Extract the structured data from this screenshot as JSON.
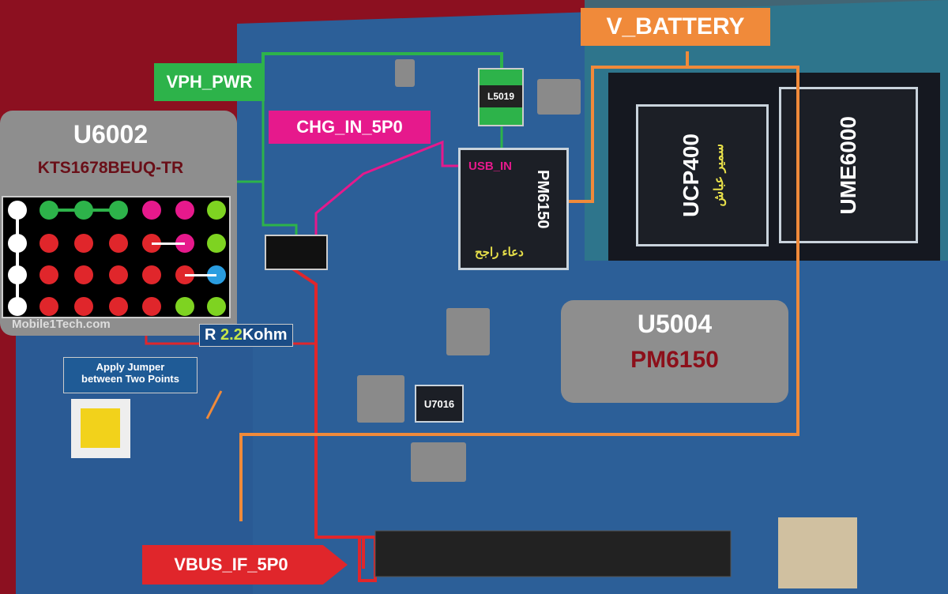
{
  "labels": {
    "v_battery": "V_BATTERY",
    "vph_pwr": "VPH_PWR",
    "chg_in": "CHG_IN_5P0",
    "usb_in": "USB_IN",
    "vbus": "VBUS_IF_5P0",
    "resistor_prefix": "R",
    "resistor_value": "2.2",
    "resistor_unit": "Kohm",
    "jumper_note_line1": "Apply Jumper",
    "jumper_note_line2": "between Two Points",
    "watermark": "Mobile1Tech.com"
  },
  "u6002": {
    "ref": "U6002",
    "part": "KTS1678BEUQ-TR"
  },
  "u5004": {
    "ref": "U5004",
    "part": "PM6150"
  },
  "chips": {
    "pm6150": "PM6150",
    "pm6150_arabic": "دعاء راجح",
    "ucp400": "UCP400",
    "ucp400_arabic": "سمير عباش",
    "ume6000": "UME6000",
    "l5019": "L5019",
    "u7016": "U7016"
  },
  "colors": {
    "green": "#2db34a",
    "magenta": "#e6198c",
    "red": "#e0262b",
    "orange": "#f08a3a",
    "board": "#2c5f98",
    "bg": "#8c1020"
  }
}
